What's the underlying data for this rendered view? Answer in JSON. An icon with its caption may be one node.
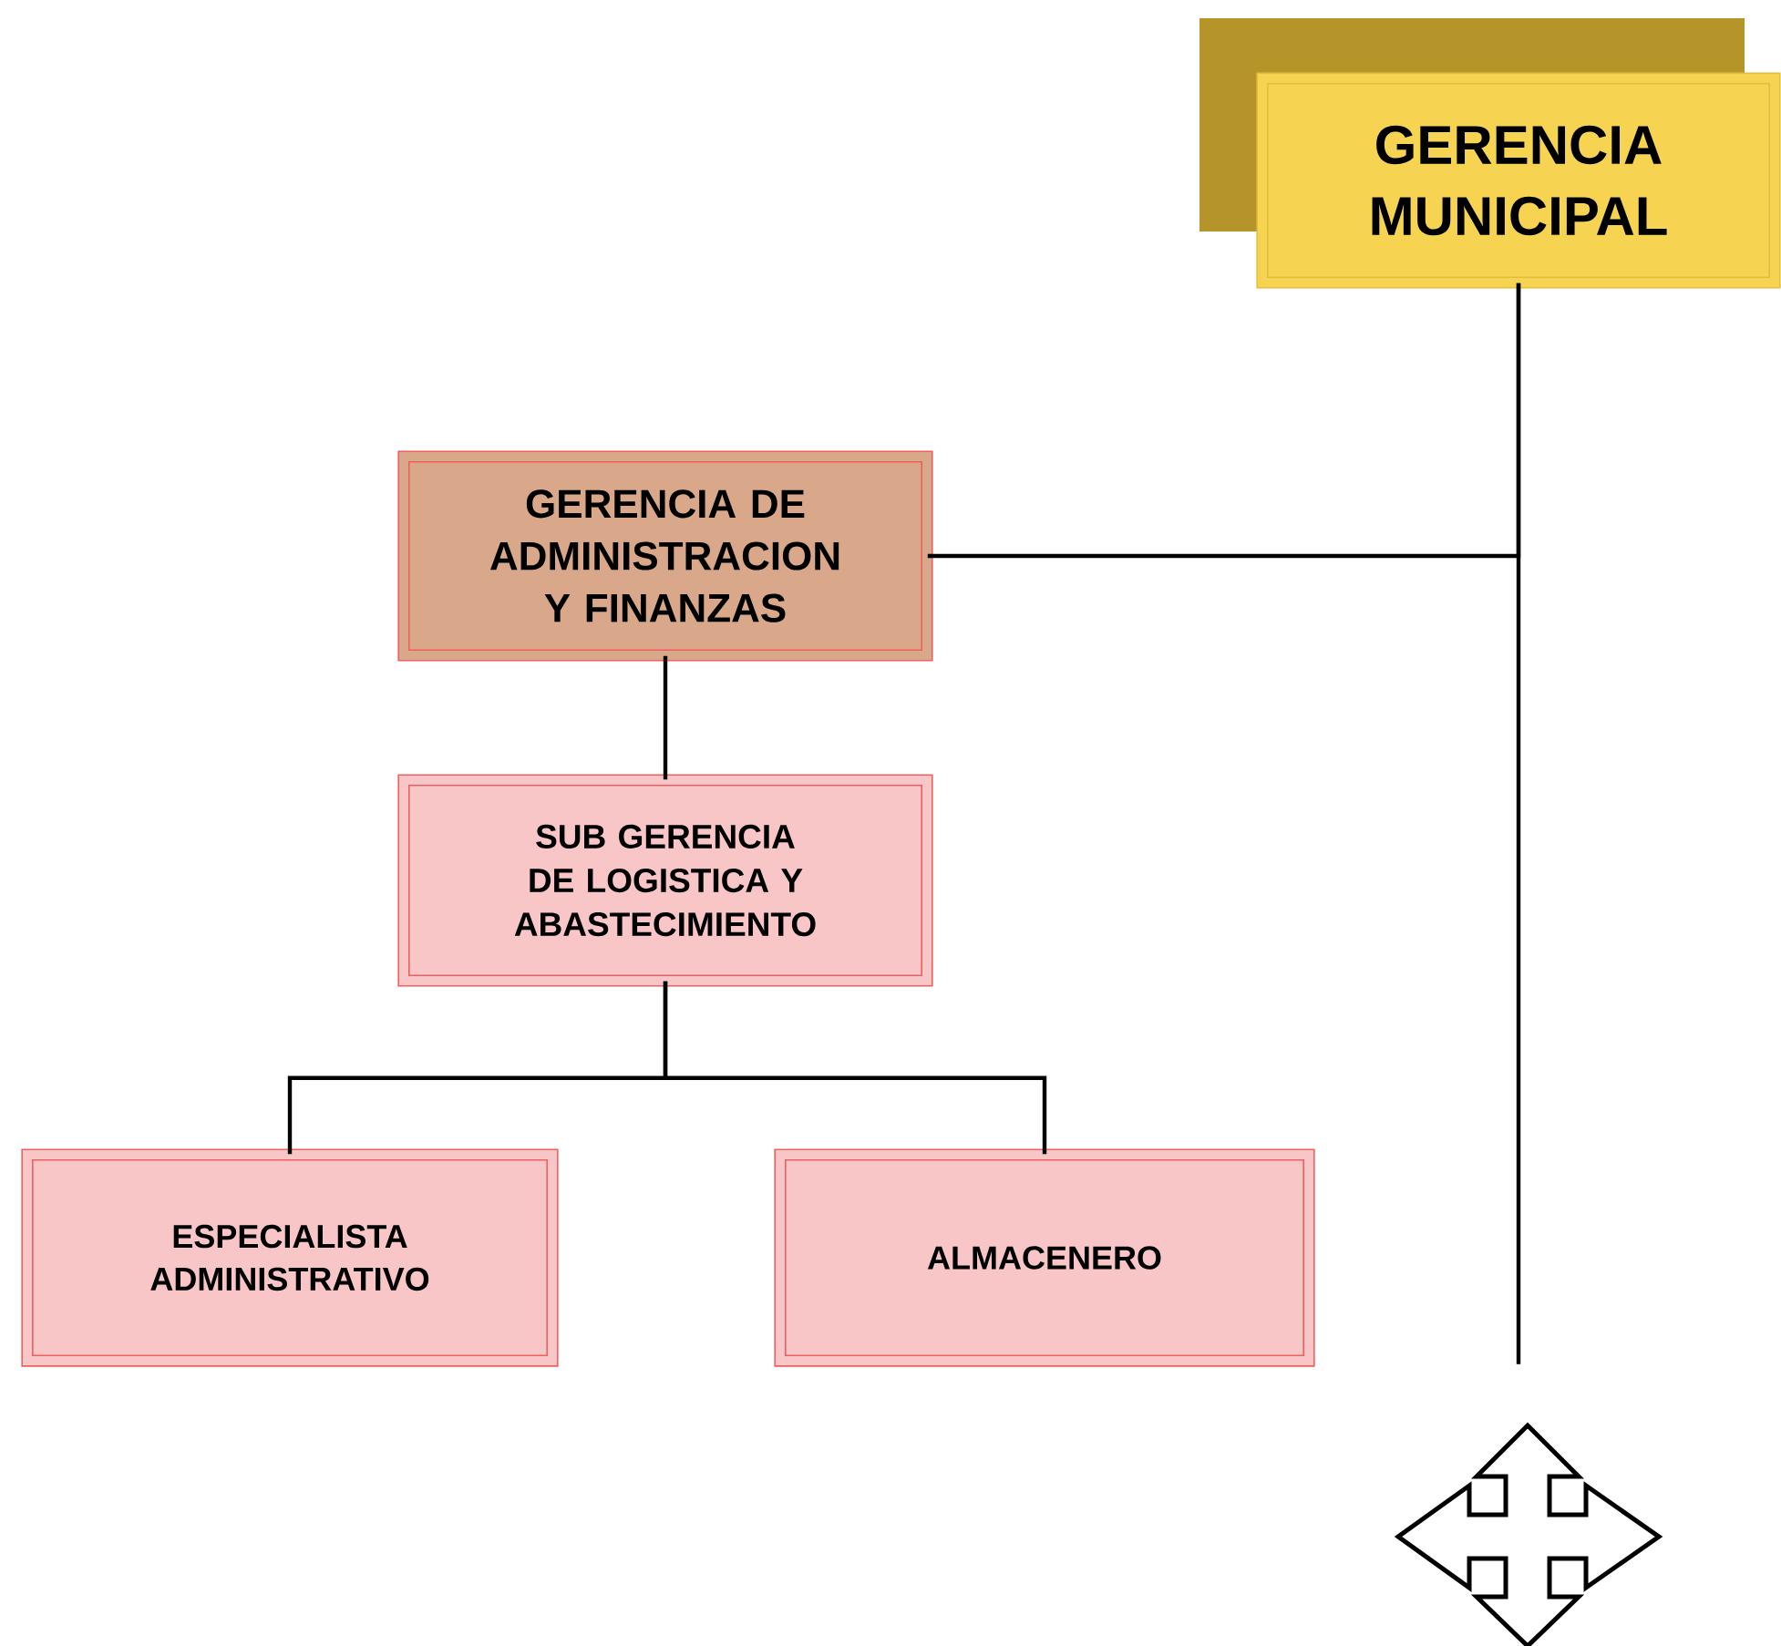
{
  "diagram": {
    "nodes": [
      {
        "text": [
          "GERENCIA MUNICIPAL"
        ]
      },
      {
        "text": [
          "GERENCIA DE ADMINISTRACION Y FINANZAS"
        ]
      },
      {
        "text": [
          "SUB GERENCIA DE LOGISTICA Y ABASTECIMIENTO"
        ]
      },
      {
        "text": [
          "ESPECIALISTA ADMINISTRATIVO"
        ]
      },
      {
        "text": [
          "ALMACENERO"
        ]
      }
    ],
    "edges": [
      {
        "from": 0,
        "to": 1,
        "arrow": "none"
      },
      {
        "from": 0,
        "to": null,
        "arrow": "none"
      },
      {
        "from": 1,
        "to": 2,
        "arrow": "none"
      },
      {
        "from": 2,
        "to": 3,
        "arrow": "none"
      },
      {
        "from": 2,
        "to": 4,
        "arrow": "none"
      }
    ]
  }
}
